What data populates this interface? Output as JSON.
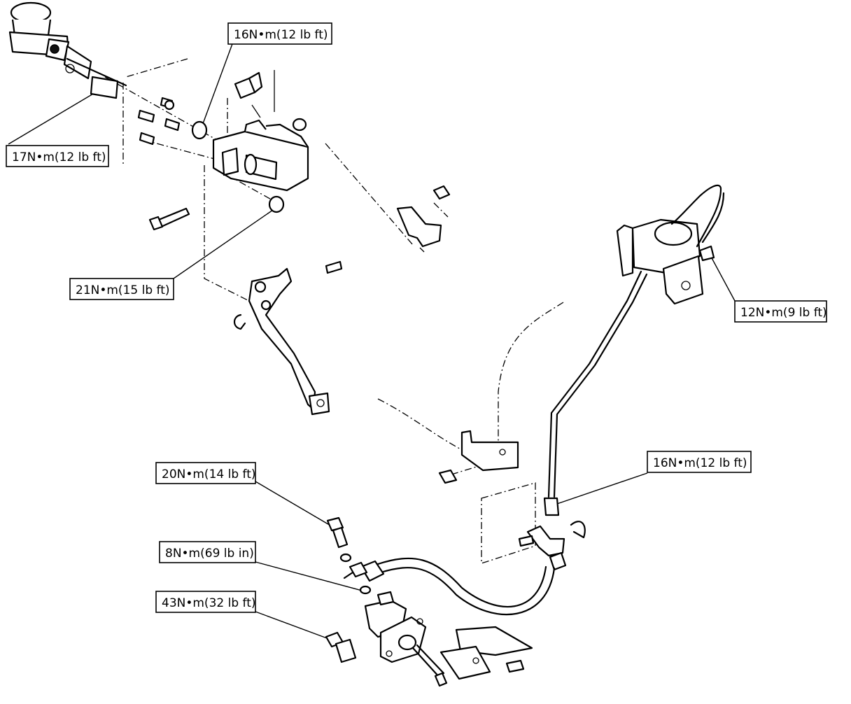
{
  "callouts": {
    "c1": "16N•m(12 lb ft)",
    "c2": "17N•m(12 lb ft)",
    "c3": "21N•m(15 lb ft)",
    "c4": "12N•m(9 lb ft)",
    "c5": "16N•m(12 lb ft)",
    "c6": "20N•m(14 lb ft)",
    "c7": "8N•m(69 lb in)",
    "c8": "43N•m(32 lb ft)"
  }
}
